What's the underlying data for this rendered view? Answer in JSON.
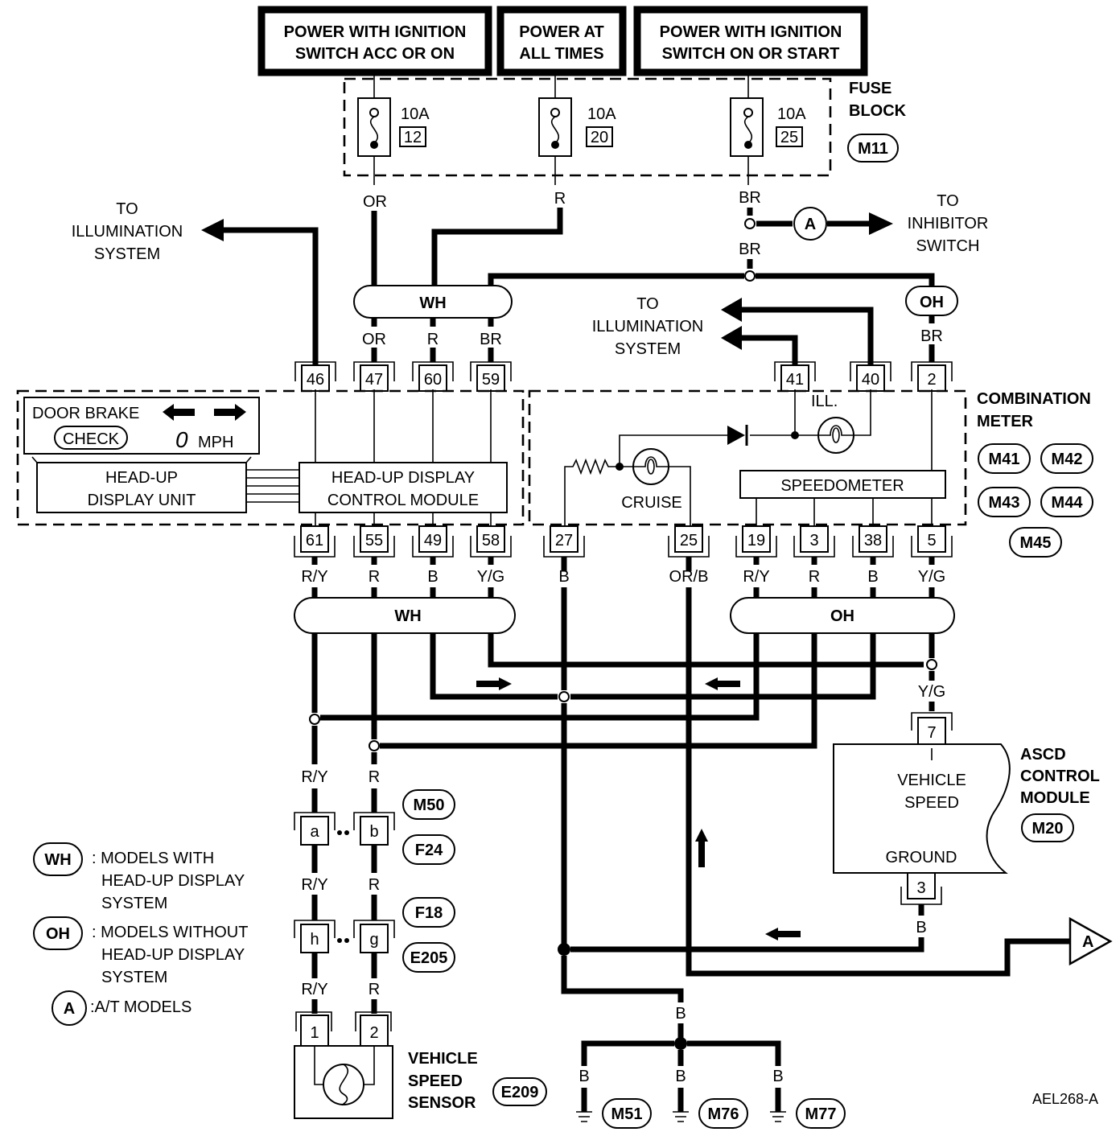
{
  "power_sources": [
    {
      "line1": "POWER WITH IGNITION",
      "line2": "SWITCH ACC OR ON"
    },
    {
      "line1": "POWER AT",
      "line2": "ALL TIMES"
    },
    {
      "line1": "POWER WITH IGNITION",
      "line2": "SWITCH ON OR START"
    }
  ],
  "fuse_block": {
    "title_line1": "FUSE",
    "title_line2": "BLOCK",
    "connector": "M11",
    "fuses": [
      {
        "rating": "10A",
        "number": "12",
        "wire": "OR"
      },
      {
        "rating": "10A",
        "number": "20",
        "wire": "R"
      },
      {
        "rating": "10A",
        "number": "25",
        "wire": "BR"
      }
    ]
  },
  "br_labels": [
    "BR",
    "BR"
  ],
  "inhibitor": {
    "badge": "A",
    "line1": "TO",
    "line2": "INHIBITOR",
    "line3": "SWITCH"
  },
  "illumination_left": {
    "line1": "TO",
    "line2": "ILLUMINATION",
    "line3": "SYSTEM"
  },
  "illumination_right": {
    "line1": "TO",
    "line2": "ILLUMINATION",
    "line3": "SYSTEM"
  },
  "splice_upper_wh": "WH",
  "splice_upper_oh": "OH",
  "upper_wh_wires": [
    "OR",
    "R",
    "BR"
  ],
  "oh_top_wire": "BR",
  "top_terminals": [
    "46",
    "47",
    "60",
    "59",
    "41",
    "40",
    "2"
  ],
  "hud": {
    "display_text": "DOOR BRAKE",
    "check_label": "CHECK",
    "speed_value": "0",
    "speed_unit": "MPH",
    "unit_line1": "HEAD-UP",
    "unit_line2": "DISPLAY UNIT",
    "module_line1": "HEAD-UP DISPLAY",
    "module_line2": "CONTROL MODULE"
  },
  "combination_meter": {
    "title_line1": "COMBINATION",
    "title_line2": "METER",
    "connectors": [
      "M41",
      "M42",
      "M43",
      "M44",
      "M45"
    ],
    "ill_label": "ILL.",
    "cruise_label": "CRUISE",
    "speedometer_label": "SPEEDOMETER"
  },
  "bottom_terminals": [
    "61",
    "55",
    "49",
    "58",
    "27",
    "25",
    "19",
    "3",
    "38",
    "5"
  ],
  "bottom_wires": [
    "R/Y",
    "R",
    "B",
    "Y/G",
    "B",
    "OR/B",
    "R/Y",
    "R",
    "B",
    "Y/G"
  ],
  "splice_lower_wh": "WH",
  "splice_lower_oh": "OH",
  "yg_label": "Y/G",
  "ascd": {
    "title_line1": "ASCD",
    "title_line2": "CONTROL",
    "title_line3": "MODULE",
    "connector": "M20",
    "pin_top": "7",
    "pin_bottom": "3",
    "label_speed_line1": "VEHICLE",
    "label_speed_line2": "SPEED",
    "label_ground": "GROUND",
    "ground_wire": "B"
  },
  "harness_connectors": {
    "wire_labels": [
      "R/Y",
      "R",
      "R/Y",
      "R",
      "R/Y",
      "R"
    ],
    "pins_upper": [
      "a",
      "b"
    ],
    "pins_lower": [
      "h",
      "g"
    ],
    "ids": [
      "M50",
      "F24",
      "F18",
      "E205"
    ]
  },
  "sensor": {
    "pins": [
      "1",
      "2"
    ],
    "title_line1": "VEHICLE",
    "title_line2": "SPEED",
    "title_line3": "SENSOR",
    "connector": "E209"
  },
  "legend": [
    {
      "badge": "WH",
      "line1": ": MODELS WITH",
      "line2": "HEAD-UP DISPLAY",
      "line3": "SYSTEM"
    },
    {
      "badge": "OH",
      "line1": ": MODELS WITHOUT",
      "line2": "HEAD-UP DISPLAY",
      "line3": "SYSTEM"
    },
    {
      "badge": "A",
      "line1": ":A/T MODELS"
    }
  ],
  "ground": {
    "trunk_wire": "B",
    "branch_wires": [
      "B",
      "B",
      "B"
    ],
    "connectors": [
      "M51",
      "M76",
      "M77"
    ]
  },
  "offpage_connector": "A",
  "figure_id": "AEL268-A"
}
